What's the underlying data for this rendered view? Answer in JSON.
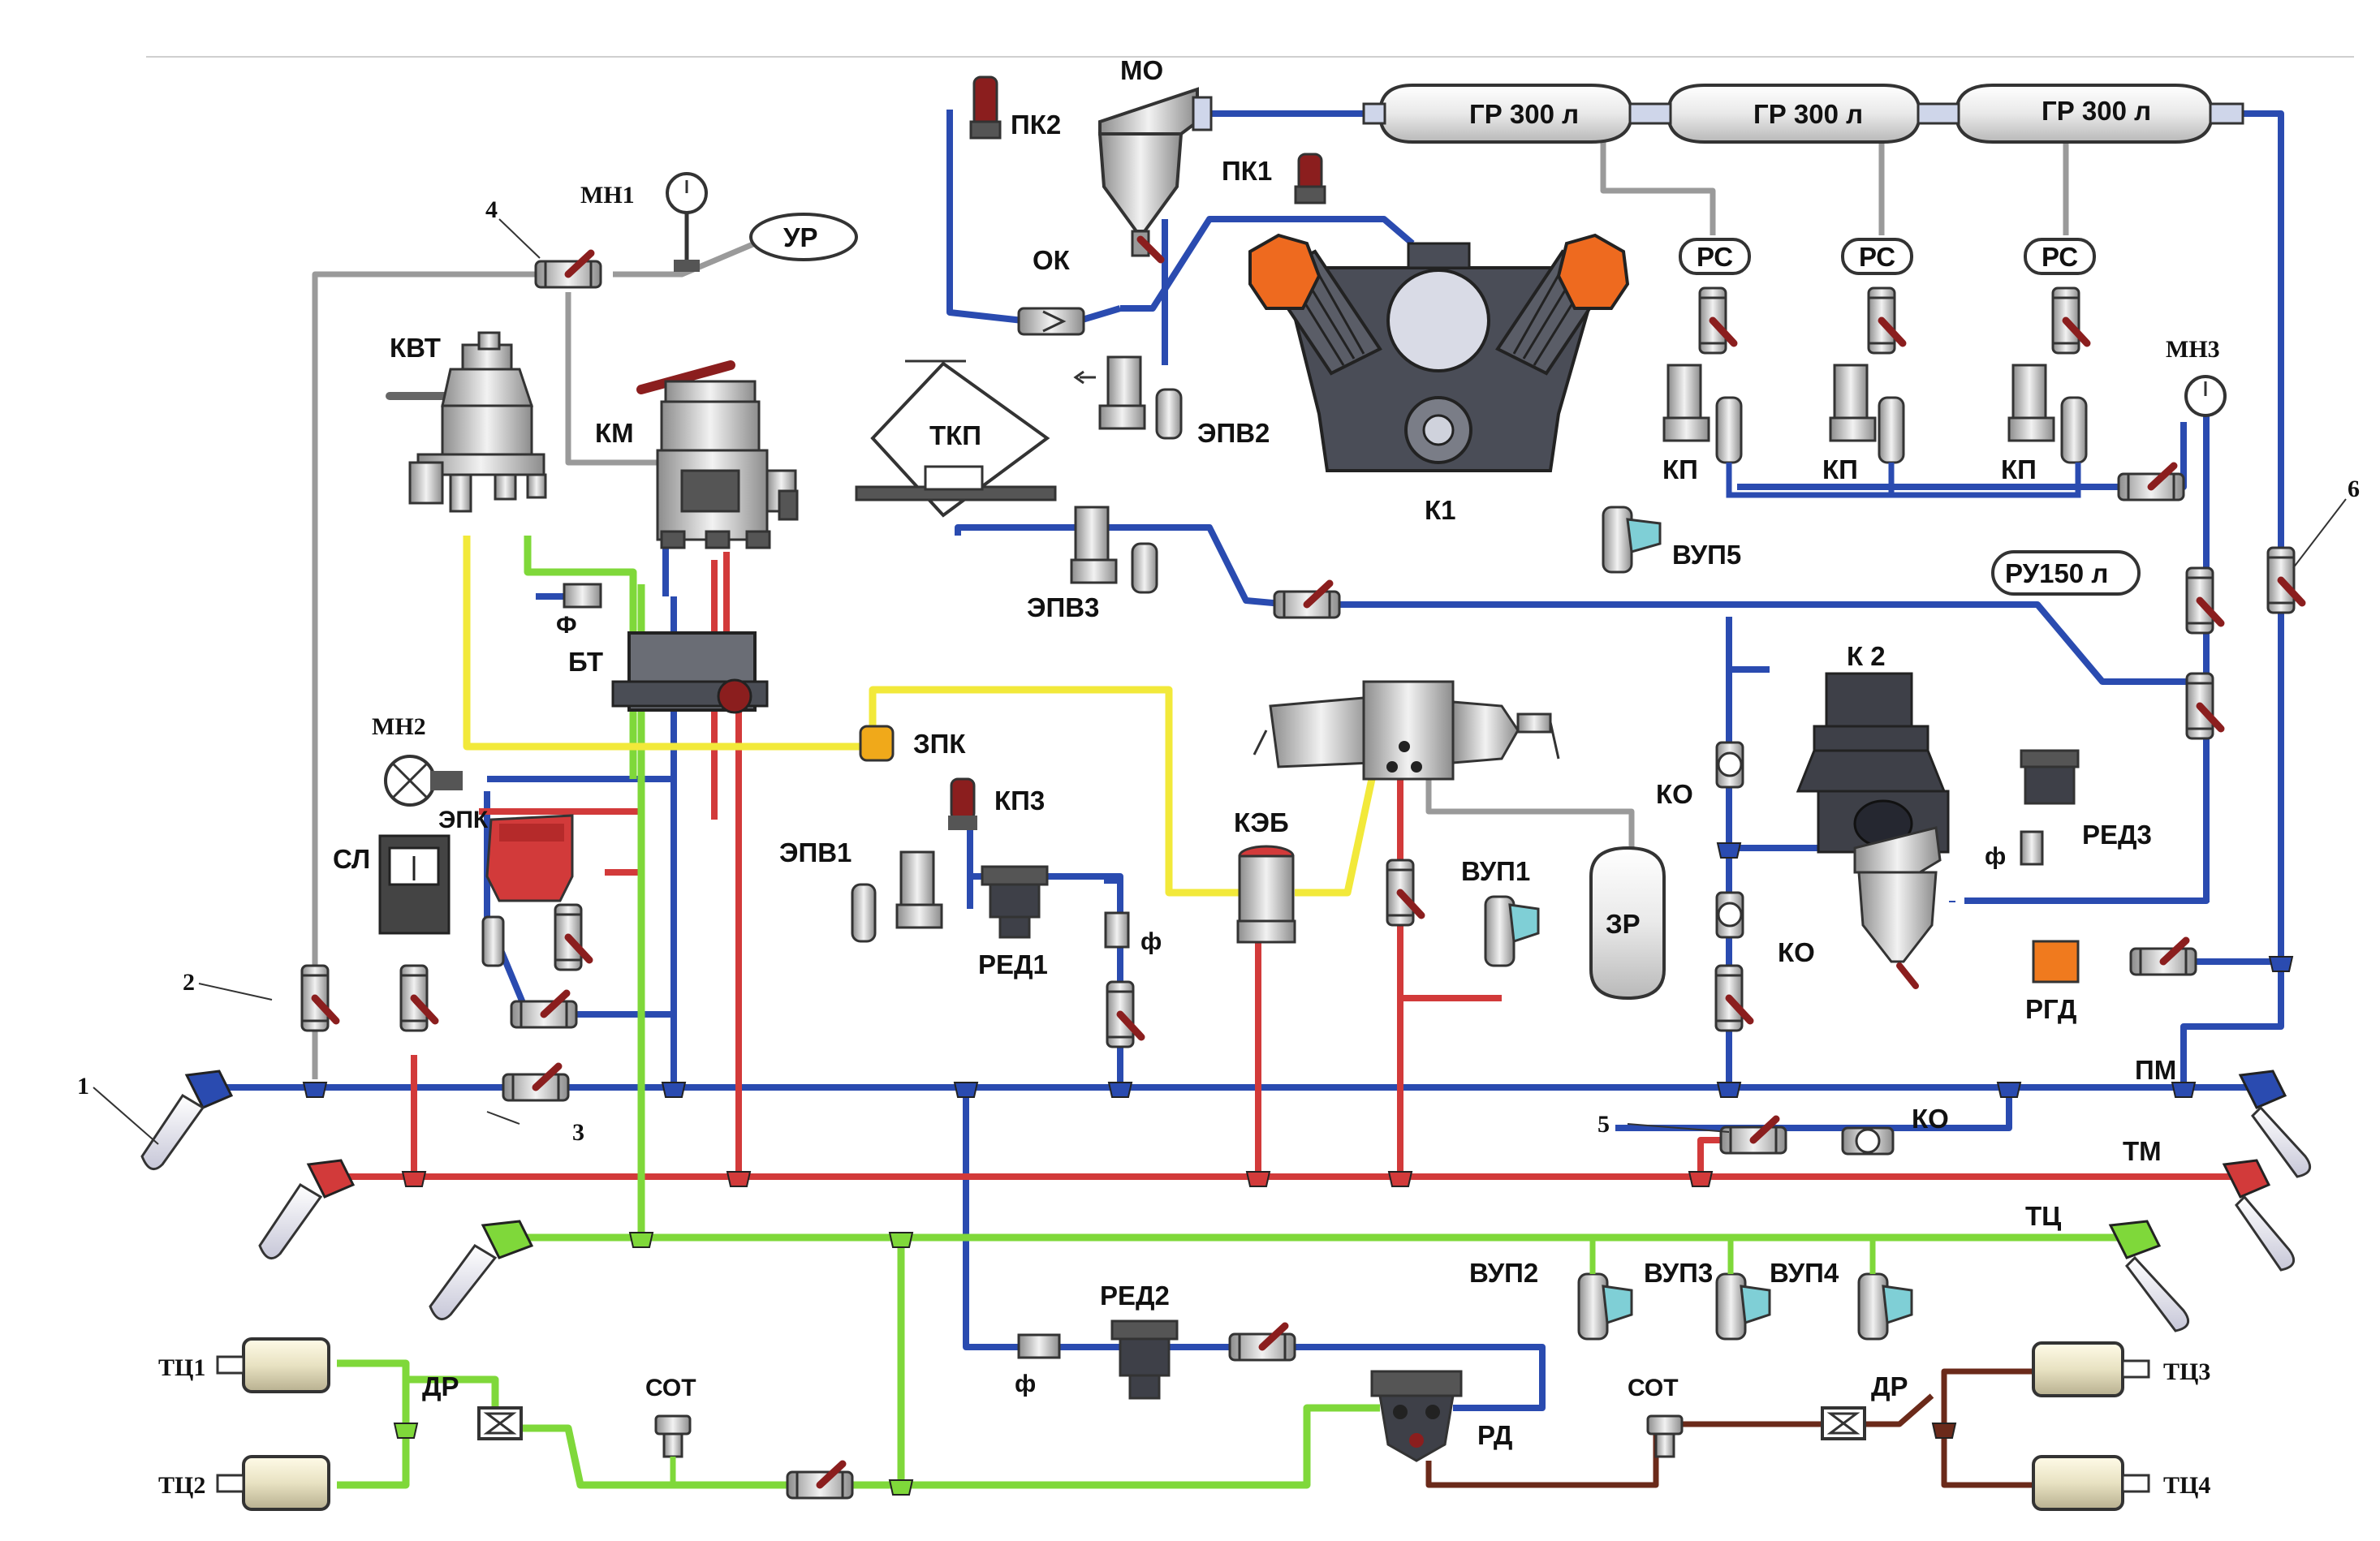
{
  "colors": {
    "pm_blue": "#2a4bb0",
    "tm_red": "#d23a3a",
    "tc_green": "#7fd83a",
    "aux_grey": "#9a9a9a",
    "control_yellow": "#f2e93a",
    "brown": "#6b2a1a",
    "valve_handle": "#8b1e1e",
    "compressor_orange": "#ee6a1f",
    "rgd_orange": "#f07a1e"
  },
  "labels": {
    "mo": "МО",
    "pk2": "ПК2",
    "pk1": "ПК1",
    "gr1": "ГР 300 л",
    "gr2": "ГР 300 л",
    "gr3": "ГР 300 л",
    "mn1": "МН1",
    "ur": "УР",
    "ok": "ОК",
    "kvt": "КВТ",
    "km": "КМ",
    "tkp": "ТКП",
    "epv2": "ЭПВ2",
    "k1": "К1",
    "rs1": "РС",
    "rs2": "РС",
    "rs3": "РС",
    "kp1": "КП",
    "kp2": "КП",
    "kp3": "КП",
    "mn3": "МН3",
    "f1": "Ф",
    "bt": "БТ",
    "epv3": "ЭПВ3",
    "vup5": "ВУП5",
    "ru150": "РУ150 л",
    "k2": "К 2",
    "mn2": "МН2",
    "zpk": "ЗПК",
    "epk": "ЭПК",
    "kp3b": "КП3",
    "keb": "КЭБ",
    "ko1": "КО",
    "red3": "РЕД3",
    "f3": "ф",
    "sl": "СЛ",
    "epv1": "ЭПВ1",
    "vup1": "ВУП1",
    "zr": "ЗР",
    "ko2": "КО",
    "red1": "РЕД1",
    "f2": "ф",
    "rgd": "РГД",
    "pm": "ПМ",
    "ko3": "КО",
    "tm": "ТМ",
    "tc": "ТЦ",
    "vup2": "ВУП2",
    "vup3": "ВУП3",
    "vup4": "ВУП4",
    "red2": "РЕД2",
    "f4": "ф",
    "tc1": "ТЦ1",
    "tc2": "ТЦ2",
    "dr1": "ДР",
    "sot1": "СОТ",
    "rd": "РД",
    "sot2": "СОТ",
    "dr2": "ДР",
    "tc3": "ТЦ3",
    "tc4": "ТЦ4",
    "n1": "1",
    "n2": "2",
    "n3": "3",
    "n4": "4",
    "n5": "5",
    "n6": "6"
  }
}
